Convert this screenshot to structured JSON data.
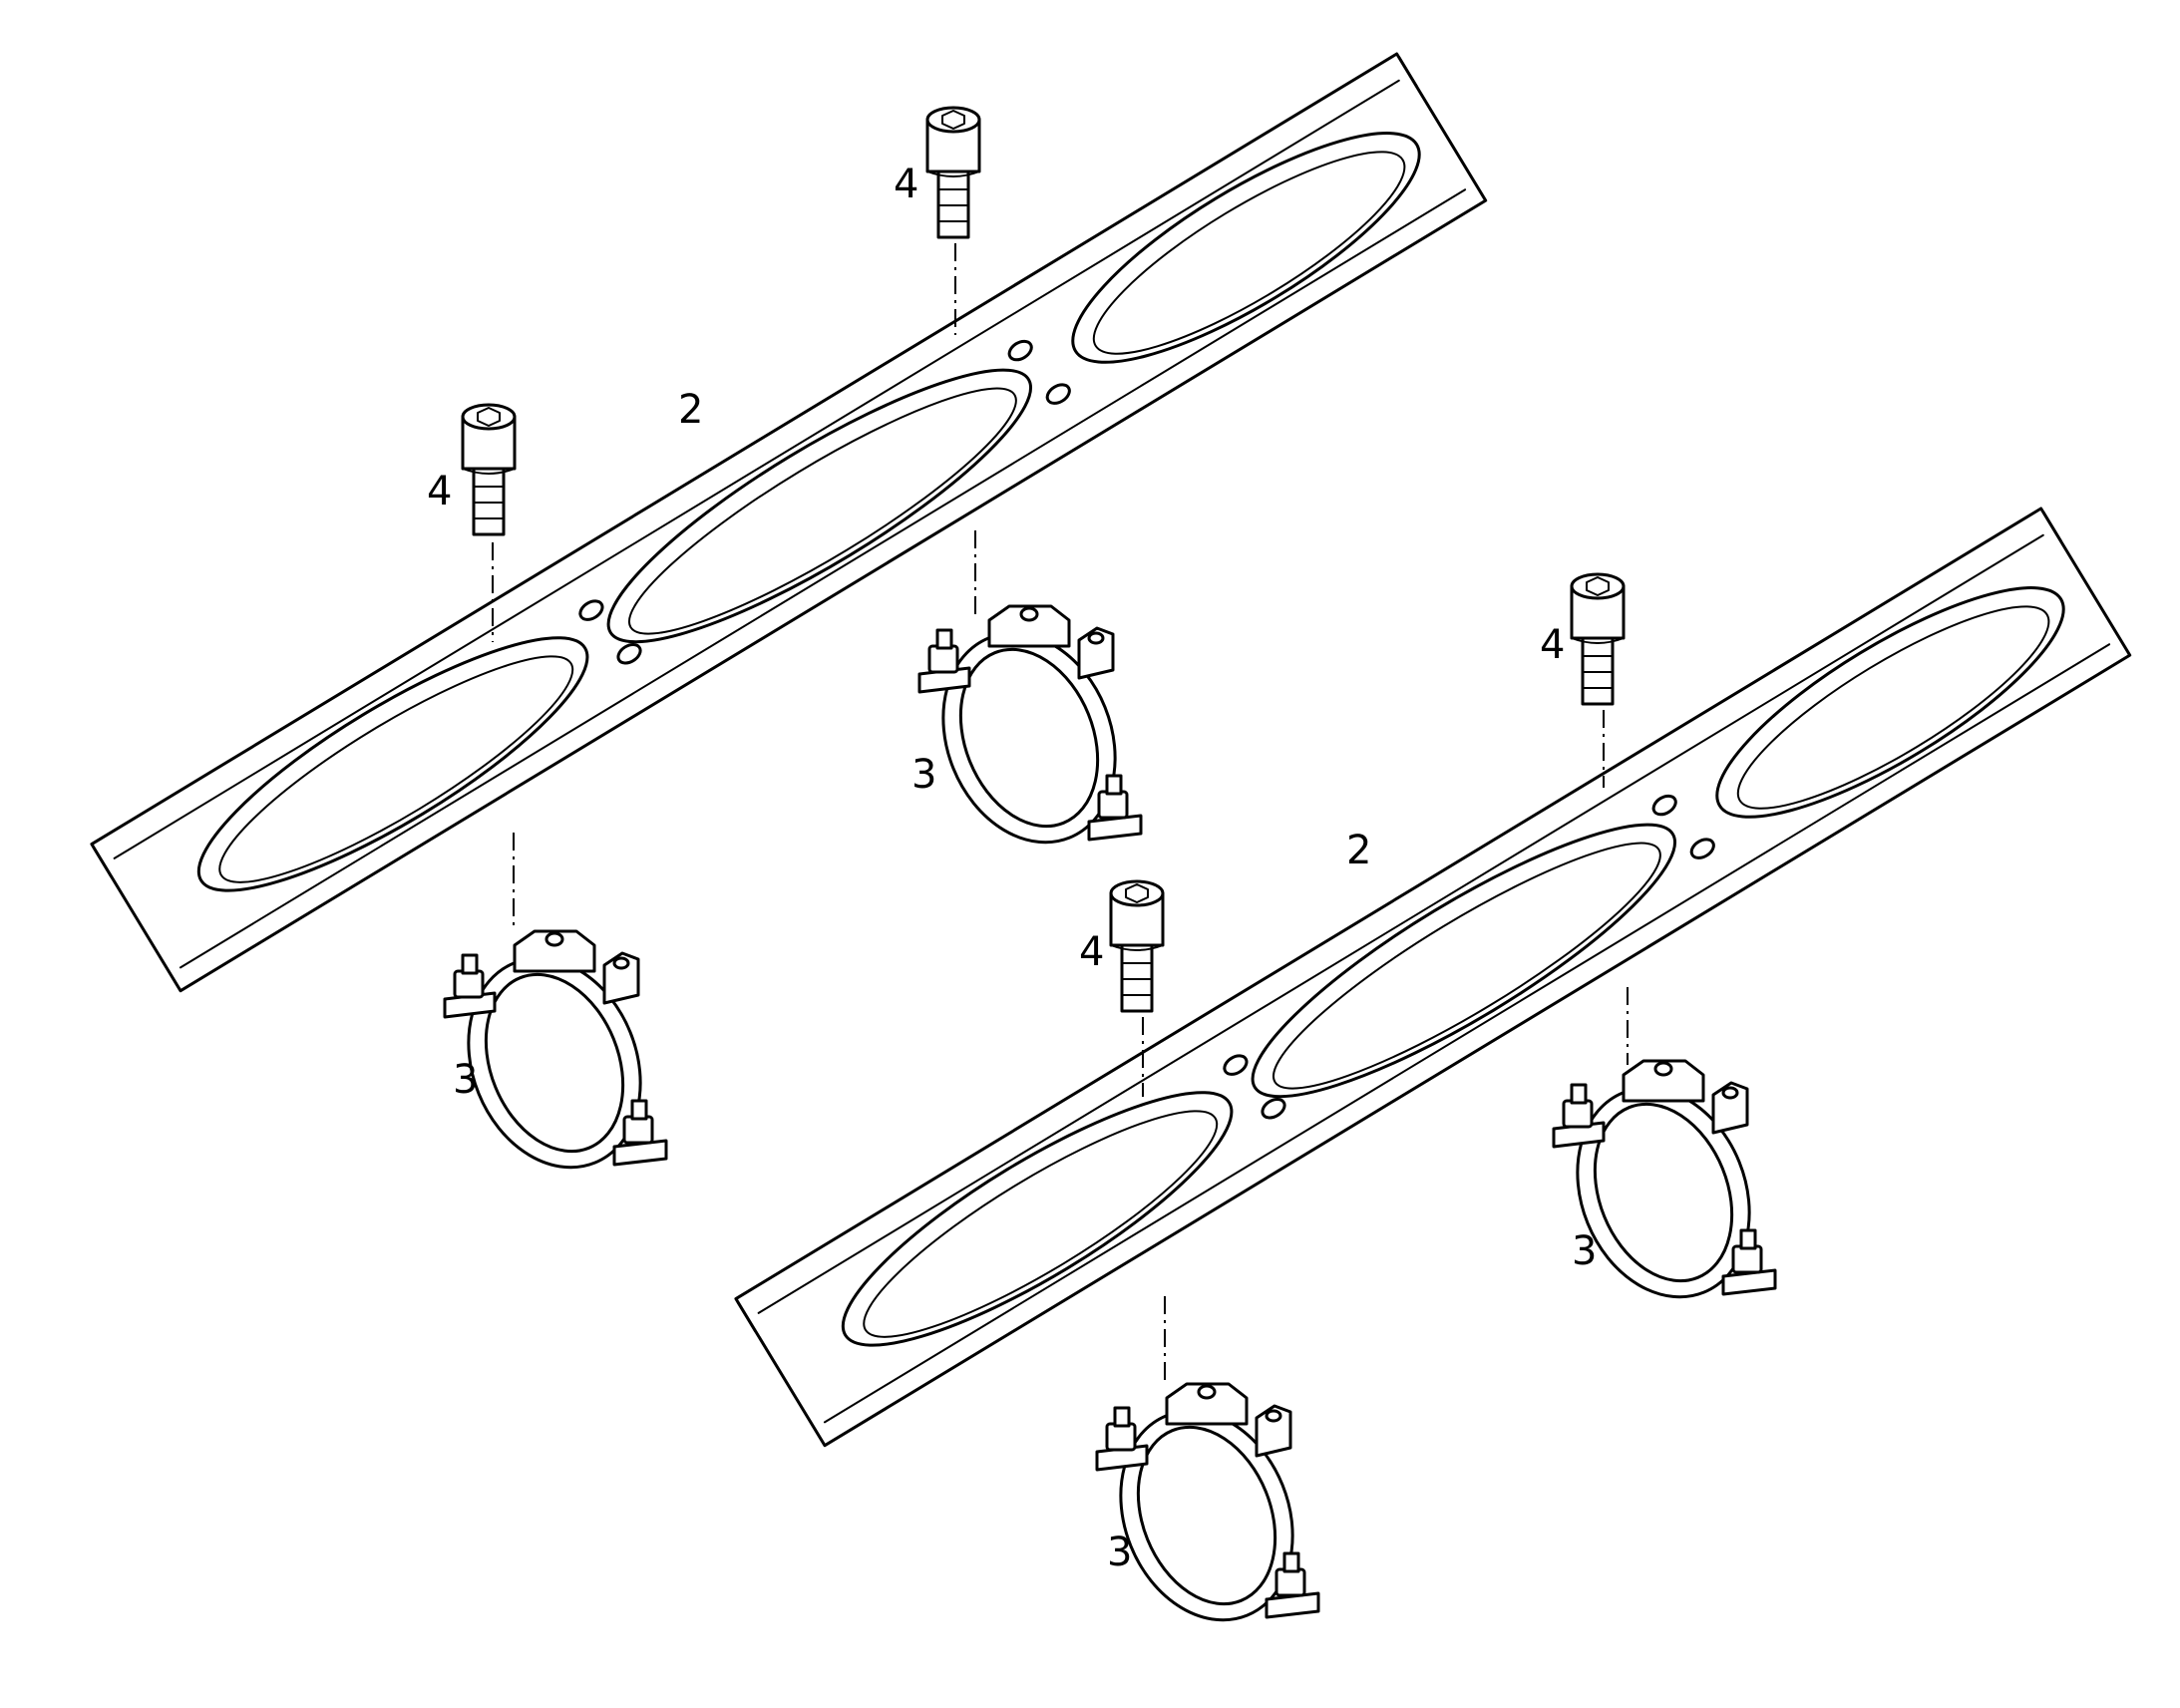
{
  "callouts": {
    "plate_top": "2",
    "plate_bottom": "2",
    "clamp_a": "3",
    "clamp_b": "3",
    "clamp_c": "3",
    "clamp_d": "3",
    "screw_a": "4",
    "screw_b": "4",
    "screw_c": "4",
    "screw_d": "4"
  }
}
